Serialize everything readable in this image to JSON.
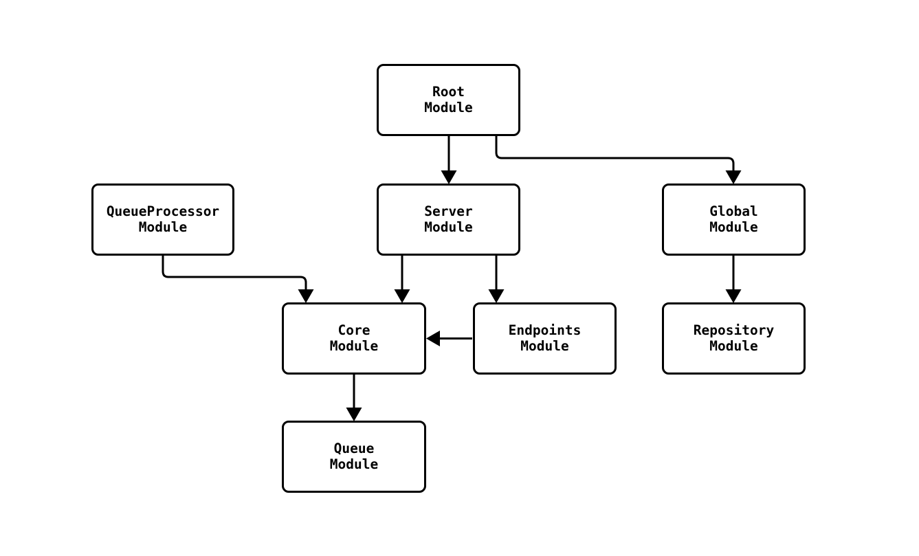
{
  "diagram": {
    "type": "module-dependency-graph",
    "background_color": "#ffffff",
    "node_fill_color": "#ffffff",
    "node_stroke_color": "#000000",
    "edge_color": "#000000",
    "nodes": [
      {
        "id": "root",
        "label": "Root\nModule"
      },
      {
        "id": "queueprocessor",
        "label": "QueueProcessor\nModule"
      },
      {
        "id": "server",
        "label": "Server\nModule"
      },
      {
        "id": "global",
        "label": "Global\nModule"
      },
      {
        "id": "core",
        "label": "Core\nModule"
      },
      {
        "id": "endpoints",
        "label": "Endpoints\nModule"
      },
      {
        "id": "repository",
        "label": "Repository\nModule"
      },
      {
        "id": "queue",
        "label": "Queue\nModule"
      }
    ],
    "edges": [
      {
        "from": "root",
        "to": "server",
        "arrow": "filled-triangle"
      },
      {
        "from": "root",
        "to": "global",
        "arrow": "filled-triangle"
      },
      {
        "from": "queueprocessor",
        "to": "core",
        "arrow": "filled-triangle"
      },
      {
        "from": "server",
        "to": "core",
        "arrow": "filled-triangle"
      },
      {
        "from": "server",
        "to": "endpoints",
        "arrow": "filled-triangle"
      },
      {
        "from": "endpoints",
        "to": "core",
        "arrow": "filled-triangle"
      },
      {
        "from": "global",
        "to": "repository",
        "arrow": "filled-triangle"
      },
      {
        "from": "core",
        "to": "queue",
        "arrow": "filled-triangle"
      }
    ]
  }
}
